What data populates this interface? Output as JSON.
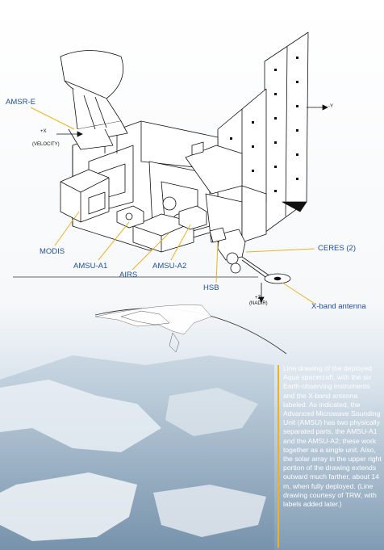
{
  "labels": {
    "amsr_e": "AMSR-E",
    "modis": "MODIS",
    "amsu_a1": "AMSU-A1",
    "airs": "AIRS",
    "amsu_a2": "AMSU-A2",
    "hsb": "HSB",
    "ceres": "CERES (2)",
    "x_band_antenna": "X-band antenna"
  },
  "axes": {
    "velocity_symbol": "+X",
    "velocity_note": "(VELOCITY)",
    "neg_y_symbol": "-Y",
    "nadir_symbol": "+Z",
    "nadir_note": "(NADIR)"
  },
  "caption": "Line drawing of the deployed Aqua spacecraft, with the six Earth-observing instruments and the X-band antenna labeled. As indicated, the Advanced Microwave Sounding Unit (AMSU) has two physically separated parts, the AMSU-A1 and the AMSU-A2; these work together as a single unit. Also, the solar array in the upper right portion of the drawing extends outward much farther, about 14 m, when fully deployed. (Line drawing courtesy of TRW, with labels added later.)",
  "colors": {
    "label_text": "#1f4f8f",
    "leader_line": "#e9b22a",
    "caption_text": "#ffffff",
    "water": "#9eb6c9"
  }
}
